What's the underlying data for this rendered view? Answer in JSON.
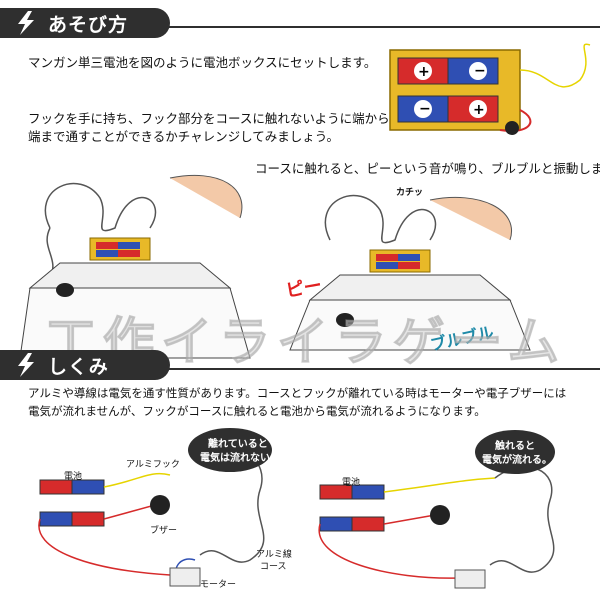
{
  "section1": {
    "title": "あそび方",
    "line1": "マンガン単三電池を図のように電池ボックスにセットします。",
    "line2": "フックを手に持ち、フック部分をコースに触れないように端から",
    "line3": "端まで通すことができるかチャレンジしてみましょう。",
    "line4": "コースに触れると、ピーという音が鳴り、ブルブルと振動します!",
    "kachi": "カチッ",
    "pii": "ピー",
    "buruburu": "ブルブル"
  },
  "watermark": "工作イライラゲーム",
  "section2": {
    "title": "しくみ",
    "line1": "アルミや導線は電気を通す性質があります。コースとフックが離れている時はモーターや電子ブザーには",
    "line2": "電気が流れませんが、フックがコースに触れると電池から電気が流れるようになります。",
    "left": {
      "bubble_line1": "離れていると",
      "bubble_line2": "電気は流れない。",
      "battery_label": "電池",
      "hook_label": "アルミフック",
      "buzzer_label": "ブザー",
      "course_label1": "アルミ線",
      "course_label2": "コース",
      "motor_label": "モーター"
    },
    "right": {
      "bubble_line1": "触れると",
      "bubble_line2": "電気が流れる。",
      "battery_label": "電池"
    }
  },
  "colors": {
    "header": "#2f2f2f",
    "plus": "#d62b2b",
    "minus": "#2f4fb3",
    "box": "#e8b928",
    "red": "#e02020",
    "teal": "#1e8aa8"
  }
}
